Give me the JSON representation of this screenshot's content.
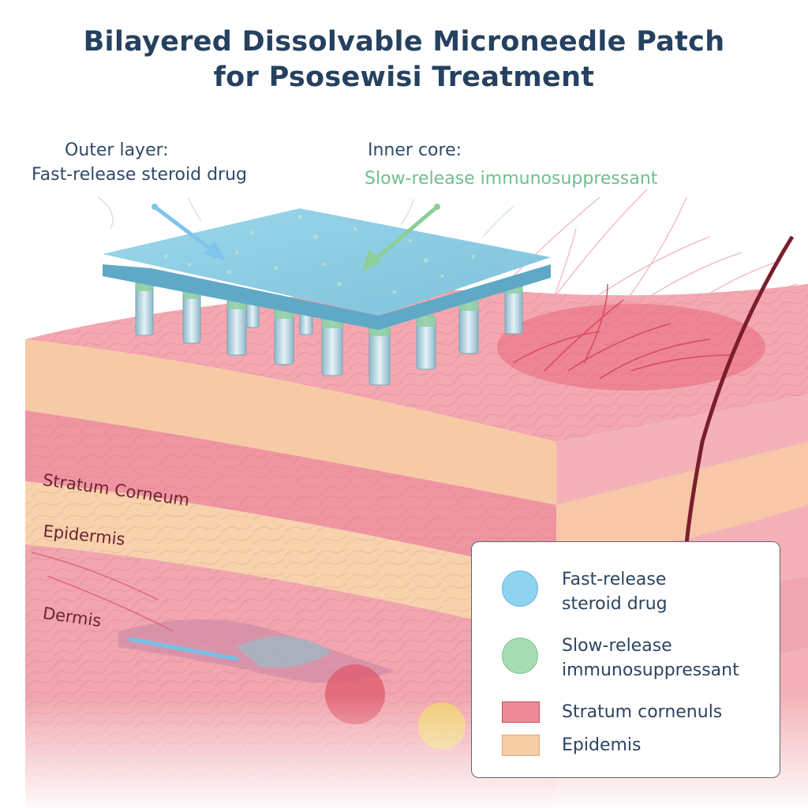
{
  "title": {
    "line1": "Bilayered Dissolvable Microneedle Patch",
    "line2": "for Psosewisi Treatment"
  },
  "callouts": {
    "outer_heading": "Outer layer:",
    "outer_text": "Fast-release steroid drug",
    "inner_heading": "Inner core:",
    "inner_text": "Slow-release immunosuppressant"
  },
  "layers": {
    "stratum_corneum": "Stratum Corneum",
    "epidermis": "Epidermis",
    "dermis": "Dermis"
  },
  "legend": {
    "items": [
      {
        "line1": "Fast-release",
        "line2": "steroid drug",
        "shape": "circle",
        "color": "#8fd3f0",
        "border": "#6cb8dd"
      },
      {
        "line1": "Slow-release",
        "line2": "immunosuppressant",
        "shape": "circle",
        "color": "#a5dcb2",
        "border": "#7fc693"
      },
      {
        "line1": "Stratum cornenuls",
        "shape": "rect",
        "color": "#ee8a97",
        "border": "#cc4e5f"
      },
      {
        "line1": "Epidemis",
        "shape": "rect",
        "color": "#f8cfa4",
        "border": "#e3a56f"
      }
    ]
  },
  "colors": {
    "title": "#25415f",
    "patch": "#8ecfe2",
    "fast_arrow": "#7fc4ec",
    "slow_arrow": "#8ccf98",
    "skin_pink": "#f2a0aa",
    "skin_peach": "#f7c9a6"
  }
}
